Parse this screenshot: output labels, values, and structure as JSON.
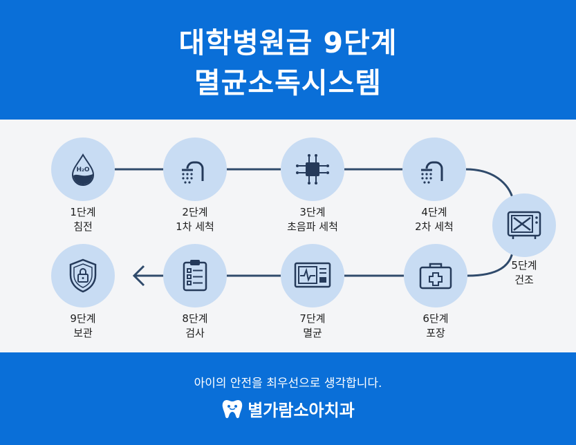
{
  "header": {
    "title_line1": "대학병원급 9단계",
    "title_line2": "멸균소독시스템"
  },
  "steps": [
    {
      "step": "1단계",
      "name": "침전",
      "icon": "water-drop-h2o-icon"
    },
    {
      "step": "2단계",
      "name": "1차 세척",
      "icon": "shower-icon"
    },
    {
      "step": "3단계",
      "name": "초음파 세척",
      "icon": "ultrasonic-chip-icon"
    },
    {
      "step": "4단계",
      "name": "2차 세척",
      "icon": "shower-icon"
    },
    {
      "step": "5단계",
      "name": "건조",
      "icon": "dryer-oven-icon"
    },
    {
      "step": "6단계",
      "name": "포장",
      "icon": "medical-kit-icon"
    },
    {
      "step": "7단계",
      "name": "멸균",
      "icon": "sterilizer-monitor-icon"
    },
    {
      "step": "8단계",
      "name": "검사",
      "icon": "clipboard-checklist-icon"
    },
    {
      "step": "9단계",
      "name": "보관",
      "icon": "lock-shield-icon"
    }
  ],
  "footer": {
    "tagline": "아이의 안전을 최우선으로 생각합니다.",
    "brand": "별가람소아치과",
    "brand_icon": "tooth-logo-icon"
  },
  "colors": {
    "primary": "#0a6fd8",
    "circle": "#c8dcf3",
    "line": "#2f4a6b",
    "icon": "#253a5a"
  }
}
